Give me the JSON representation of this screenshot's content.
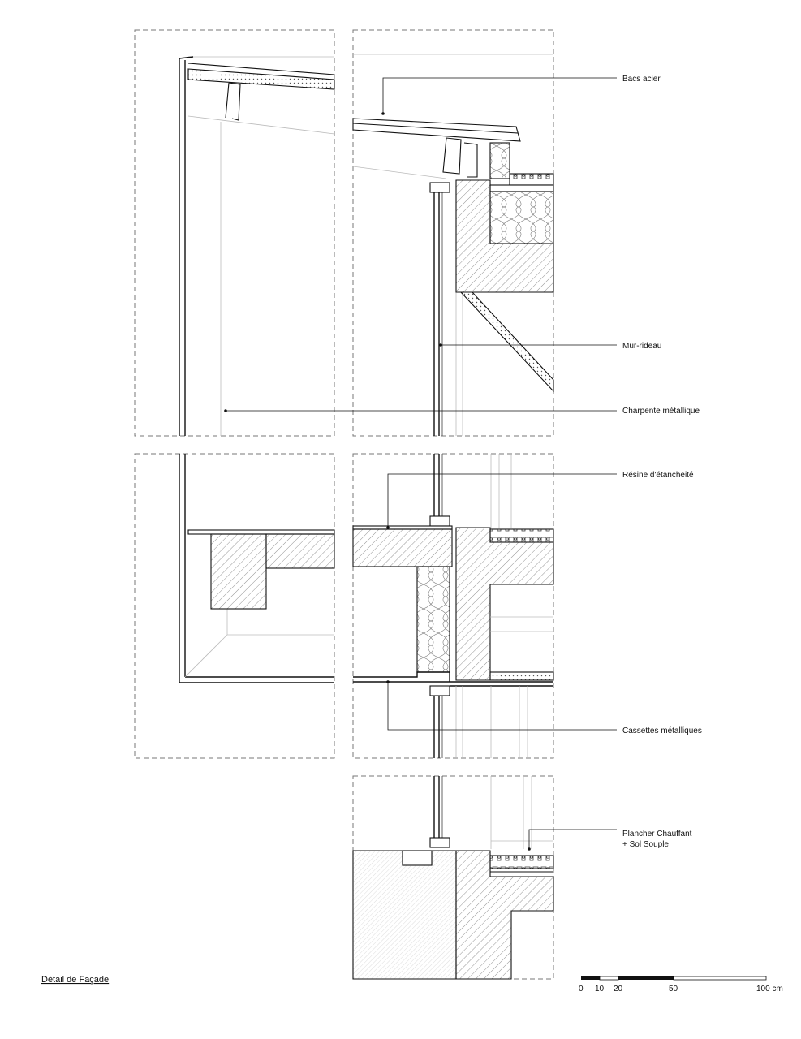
{
  "title": "Détail de Façade",
  "labels": {
    "bacs_acier": "Bacs acier",
    "mur_rideau": "Mur-rideau",
    "charpente": "Charpente métallique",
    "resine": "Résine d'étancheité",
    "cassettes": "Cassettes métalliques",
    "plancher_1": "Plancher Chauffant",
    "plancher_2": "+ Sol Souple"
  },
  "scale_bar": {
    "ticks": [
      "0",
      "10",
      "20",
      "50",
      "100 cm"
    ]
  },
  "colors": {
    "line": "#111111",
    "frame": "#777777",
    "hatch": "#666666",
    "background": "#ffffff"
  }
}
